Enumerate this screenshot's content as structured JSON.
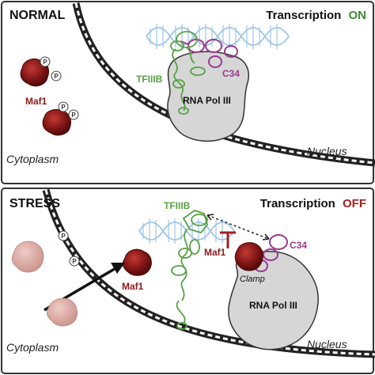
{
  "colors": {
    "frame": "#333333",
    "on": "#3c8c2e",
    "off": "#a3201f",
    "tfiiib": "#58a046",
    "c34": "#9b3a8f",
    "maf1": "#8a1a1a",
    "maf1_faded": "#d8a9a3",
    "dna": "#9fc5e5",
    "polymerase": "#d6d6d6",
    "membrane": "#222222"
  },
  "panels": {
    "normal": {
      "state_label": "NORMAL",
      "transcription_word": "Transcription",
      "transcription_status": "ON",
      "tfiiib_label": "TFIIIB",
      "c34_label": "C34",
      "rna_pol_label": "RNA Pol III",
      "maf1_label": "Maf1",
      "phospho_label": "P",
      "cytoplasm_label": "Cytoplasm",
      "nucleus_label": "Nucleus"
    },
    "stress": {
      "state_label": "STRESS",
      "transcription_word": "Transcription",
      "transcription_status": "OFF",
      "tfiiib_label": "TFIIIB",
      "c34_label": "C34",
      "rna_pol_label": "RNA Pol III",
      "maf1_label": "Maf1",
      "maf1_nuclear_label": "Maf1",
      "clamp_label": "Clamp",
      "phospho_label": "P",
      "cytoplasm_label": "Cytoplasm",
      "nucleus_label": "Nucleus"
    }
  }
}
